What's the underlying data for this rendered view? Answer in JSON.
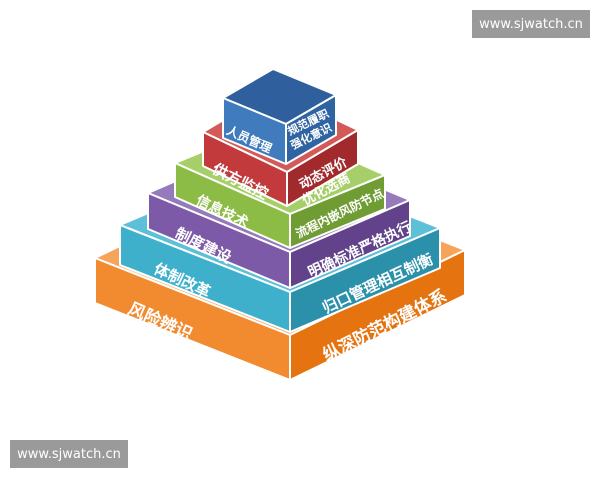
{
  "watermarks": {
    "top_right": "www.sjwatch.cn",
    "bottom_left": "www.sjwatch.cn"
  },
  "pyramid": {
    "tiers": [
      {
        "left": "风险辨识",
        "right": [
          "纵深防范构建体系"
        ],
        "colors": {
          "top": "#f6a45a",
          "left": "#f28b30",
          "right": "#e5730f"
        }
      },
      {
        "left": "体制改革",
        "right": [
          "归口管理相互制衡"
        ],
        "colors": {
          "top": "#5ec0d8",
          "left": "#3fb0cc",
          "right": "#2b91ab"
        }
      },
      {
        "left": "制度建设",
        "right": [
          "明确标准严格执行"
        ],
        "colors": {
          "top": "#957bbb",
          "left": "#7d5aa8",
          "right": "#61428b"
        }
      },
      {
        "left": "信息技术",
        "right": [
          "流程内嵌风防节点"
        ],
        "colors": {
          "top": "#a6cf6a",
          "left": "#8cbc45",
          "right": "#6f9c33"
        }
      },
      {
        "left": "供方监控",
        "right": [
          "动态评价",
          "优化选商"
        ],
        "colors": {
          "top": "#d45a5a",
          "left": "#c23a3c",
          "right": "#a12a2d"
        }
      },
      {
        "left": "人员管理",
        "right": [
          "规范履职",
          "强化意识"
        ],
        "colors": {
          "top": "#2f5f9c",
          "left": "#3f7bbd",
          "right": "#2f64a3"
        }
      }
    ]
  }
}
